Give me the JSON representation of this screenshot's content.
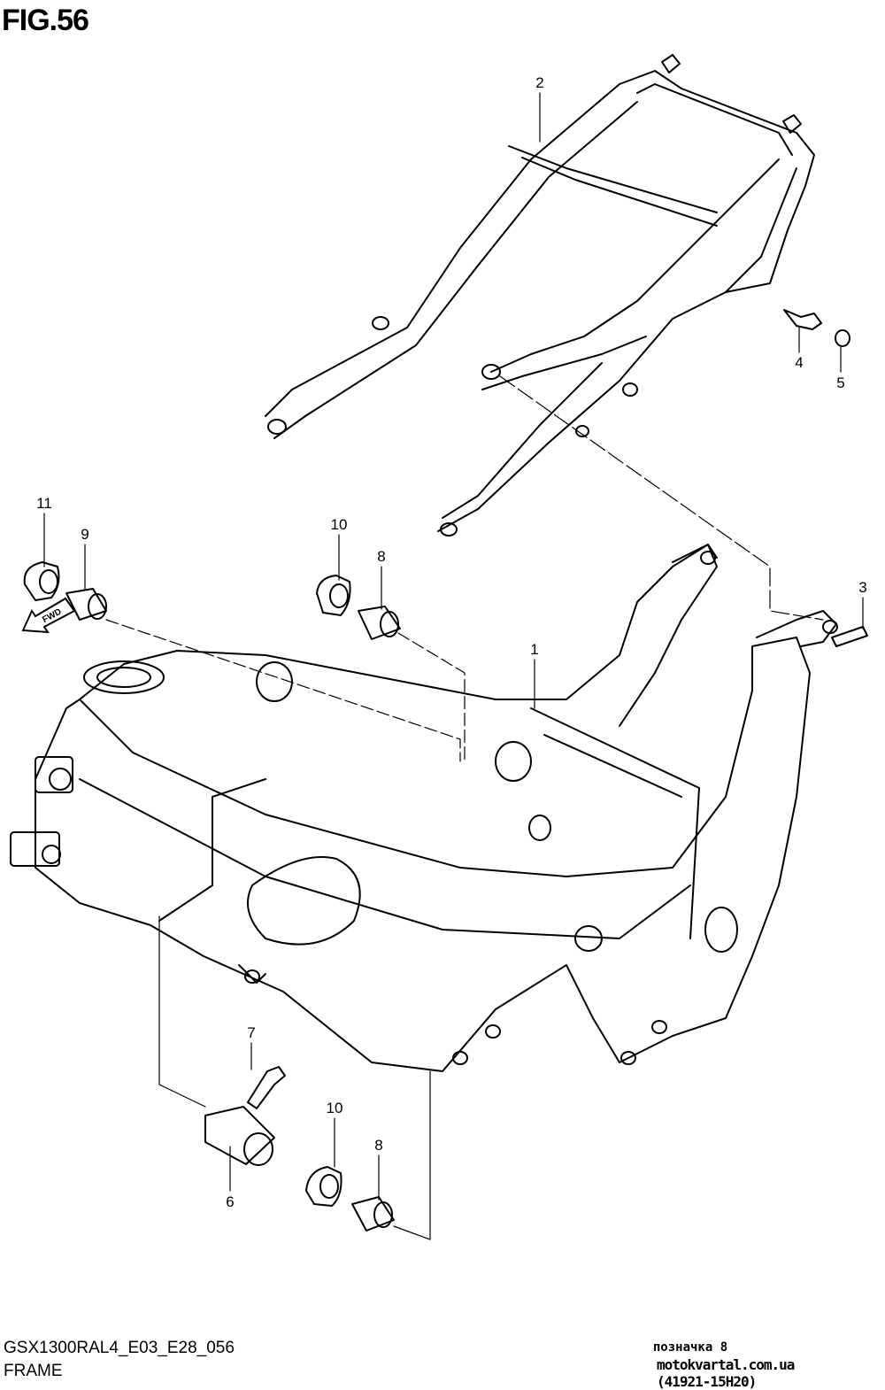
{
  "figure_title": "FIG.56",
  "callouts": {
    "c1": "1",
    "c2": "2",
    "c3": "3",
    "c4": "4",
    "c5": "5",
    "c6": "6",
    "c7": "7",
    "c8a": "8",
    "c8b": "8",
    "c9": "9",
    "c10a": "10",
    "c10b": "10",
    "c11": "11"
  },
  "direction_arrow": "FWD",
  "footer": {
    "model_code": "GSX1300RAL4_E03_E28_056",
    "section_name": "FRAME",
    "watermark_line1": "позначка 8",
    "watermark_line2": "motokvartal.com.ua (41921-15H20)"
  }
}
